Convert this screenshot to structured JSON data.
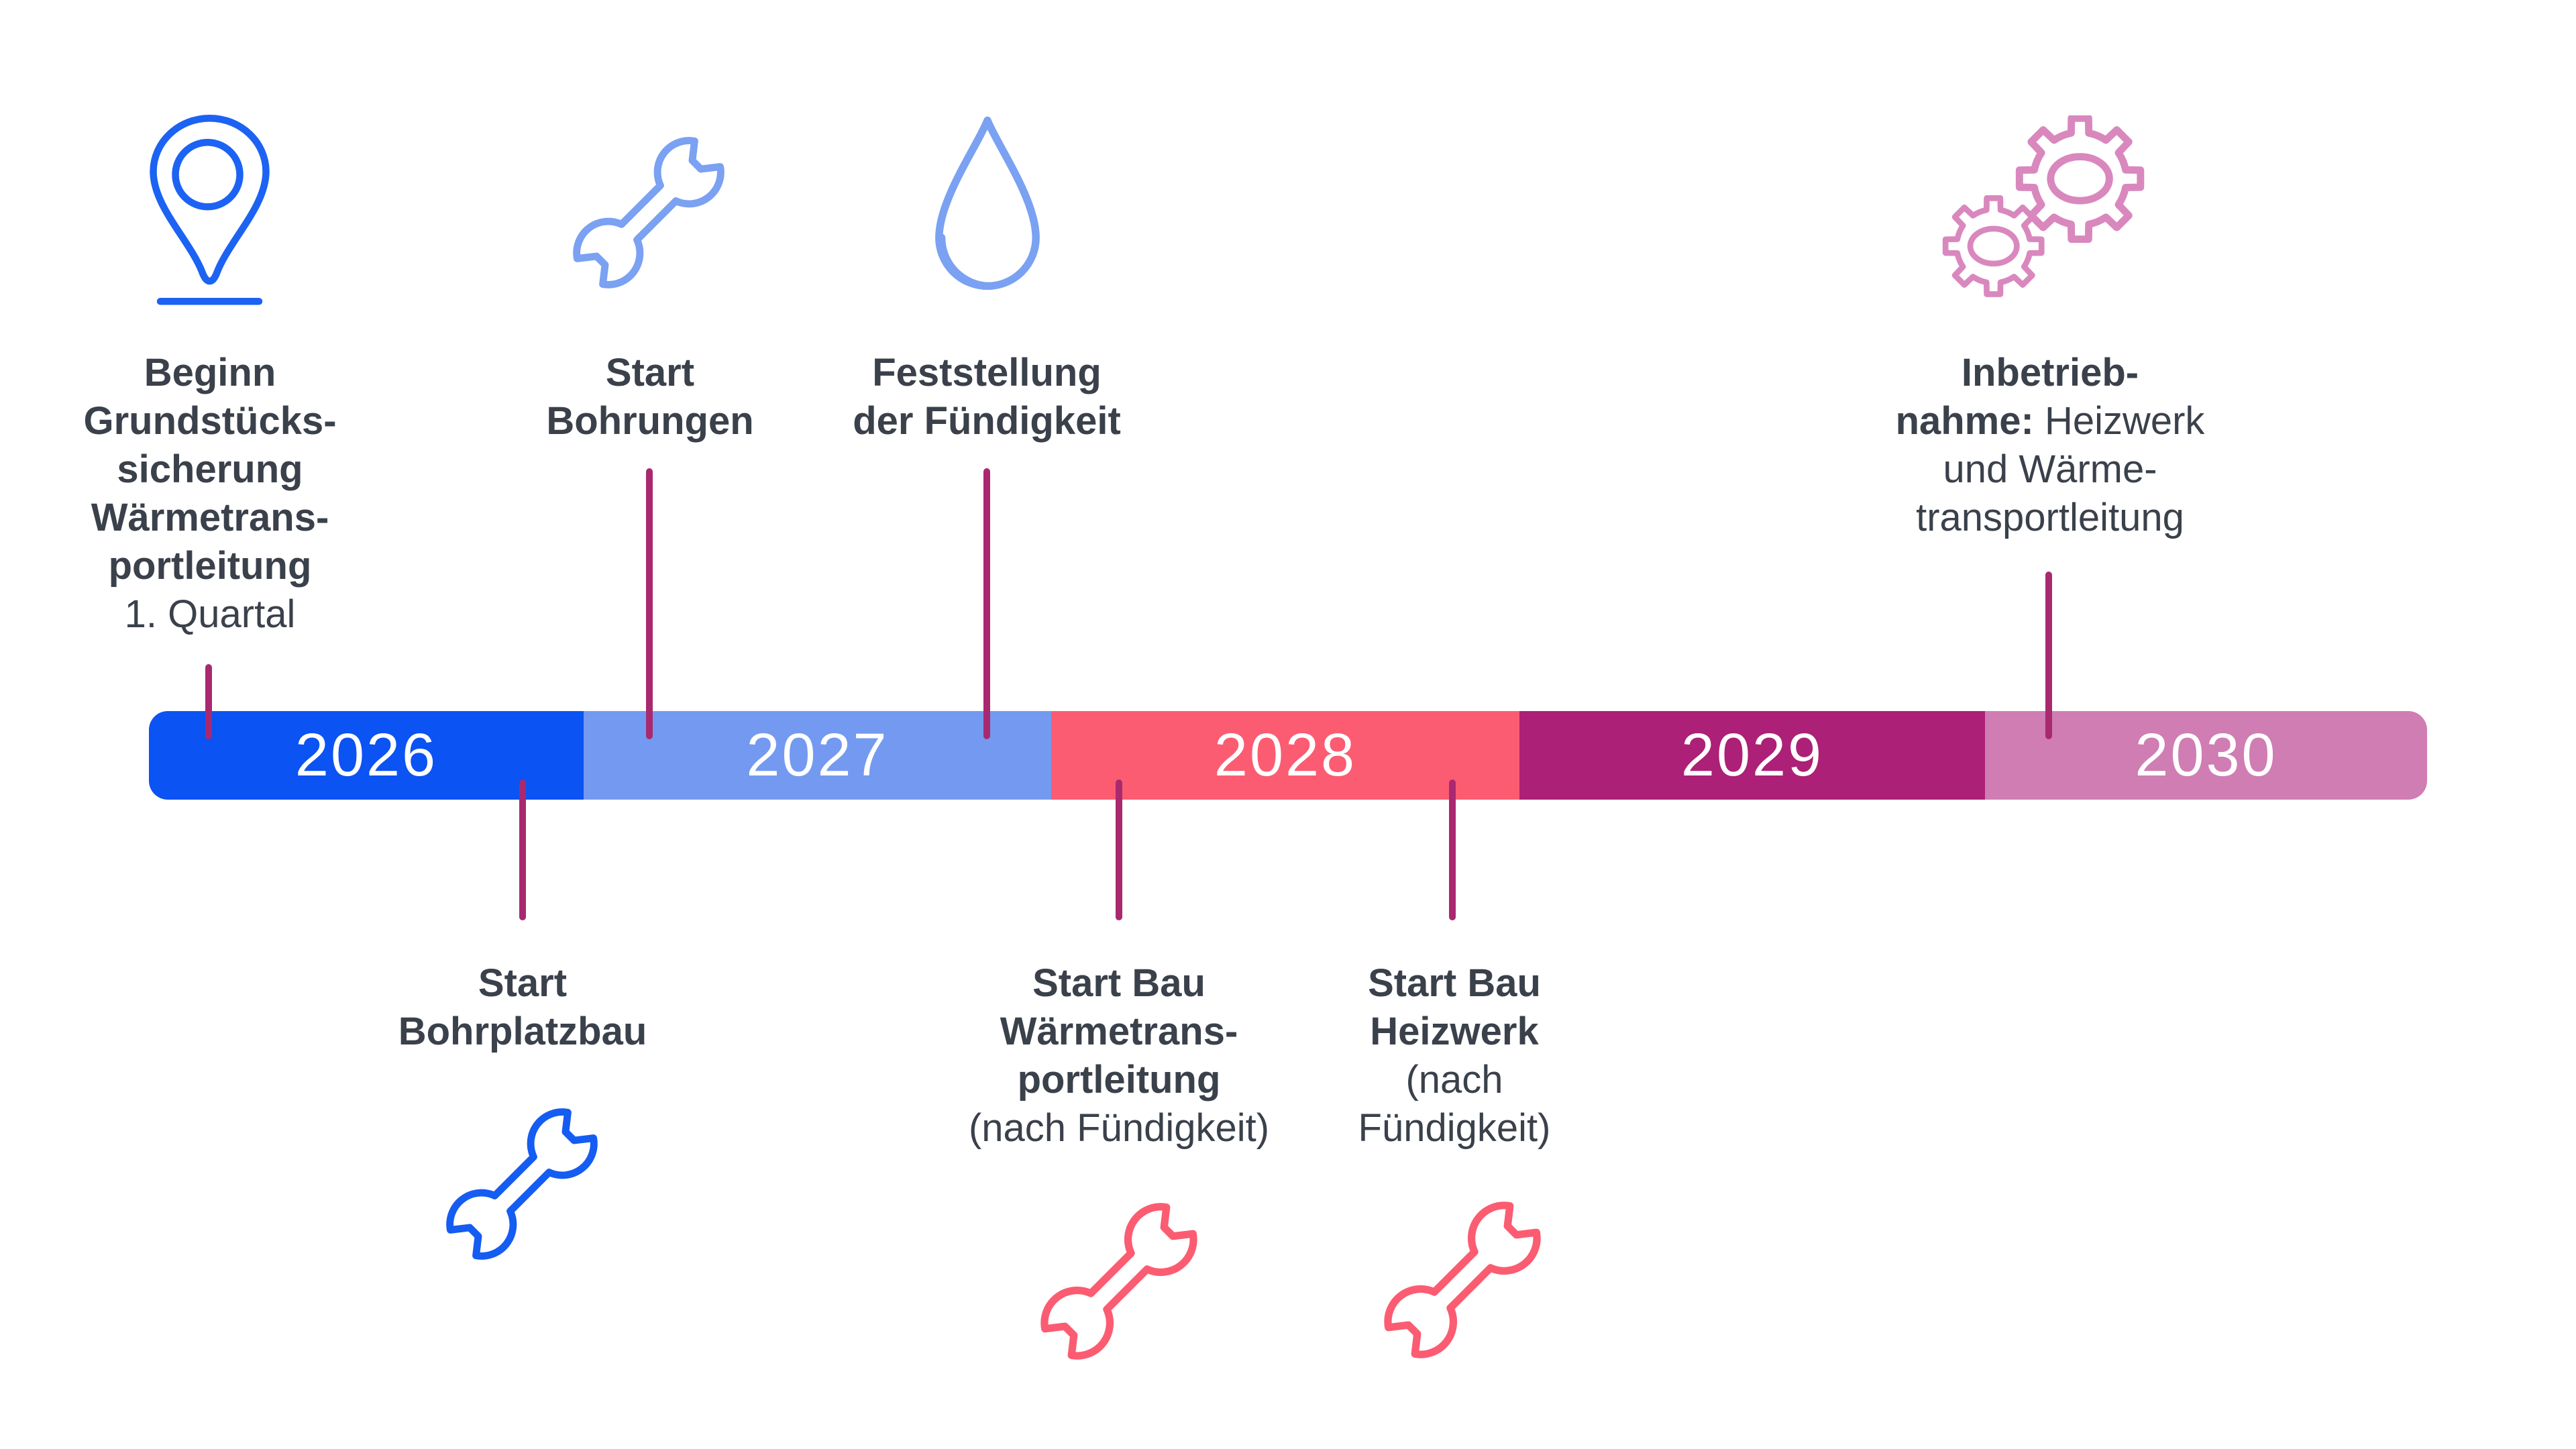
{
  "colors": {
    "background": "#FFFFFF",
    "text": "#3A414B",
    "connector": "#A9296F",
    "pin_blue": "#1C63F3",
    "wrench_blue": "#155CF2",
    "light_blue": "#7AA1F2",
    "coral": "#FB5C72",
    "pink": "#D988BE",
    "year_text": "#FFFFFF"
  },
  "timeline": {
    "years": [
      {
        "label": "2026",
        "color": "#0B53F2"
      },
      {
        "label": "2027",
        "color": "#739AF0"
      },
      {
        "label": "2028",
        "color": "#FB5C72"
      },
      {
        "label": "2029",
        "color": "#AC2077"
      },
      {
        "label": "2030",
        "color": "#CF7DB3"
      }
    ]
  },
  "milestones": [
    {
      "id": "beginn-grundstueckssicherung",
      "position": "top",
      "icon": "location-pin",
      "bold_lines": [
        "Beginn",
        "Grundstücks-",
        "sicherung",
        "Wärmetrans-",
        "portleitung"
      ],
      "regular_lines": [
        "1. Quartal"
      ]
    },
    {
      "id": "start-bohrungen",
      "position": "top",
      "icon": "wrench",
      "bold_lines": [
        "Start",
        "Bohrungen"
      ],
      "regular_lines": []
    },
    {
      "id": "feststellung-der-fuendigkeit",
      "position": "top",
      "icon": "water-drop",
      "bold_lines": [
        "Feststellung",
        "der Fündigkeit"
      ],
      "regular_lines": []
    },
    {
      "id": "inbetriebnahme",
      "position": "top",
      "icon": "gears",
      "line1_bold": "Inbetrieb-",
      "line2_bold": "nahme:",
      "line2_regular": " Heizwerk",
      "regular_lines": [
        "und Wärme-",
        "transportleitung"
      ]
    },
    {
      "id": "start-bohrplatzbau",
      "position": "bottom",
      "icon": "wrench",
      "bold_lines": [
        "Start",
        "Bohrplatzbau"
      ],
      "regular_lines": []
    },
    {
      "id": "start-bau-waermetransportleitung",
      "position": "bottom",
      "icon": "wrench",
      "bold_lines": [
        "Start Bau",
        "Wärmetrans-",
        "portleitung"
      ],
      "regular_lines": [
        "(nach Fündigkeit)"
      ]
    },
    {
      "id": "start-bau-heizwerk",
      "position": "bottom",
      "icon": "wrench",
      "bold_lines": [
        "Start Bau",
        "Heizwerk"
      ],
      "regular_lines": [
        "(nach",
        "Fündigkeit)"
      ]
    }
  ]
}
